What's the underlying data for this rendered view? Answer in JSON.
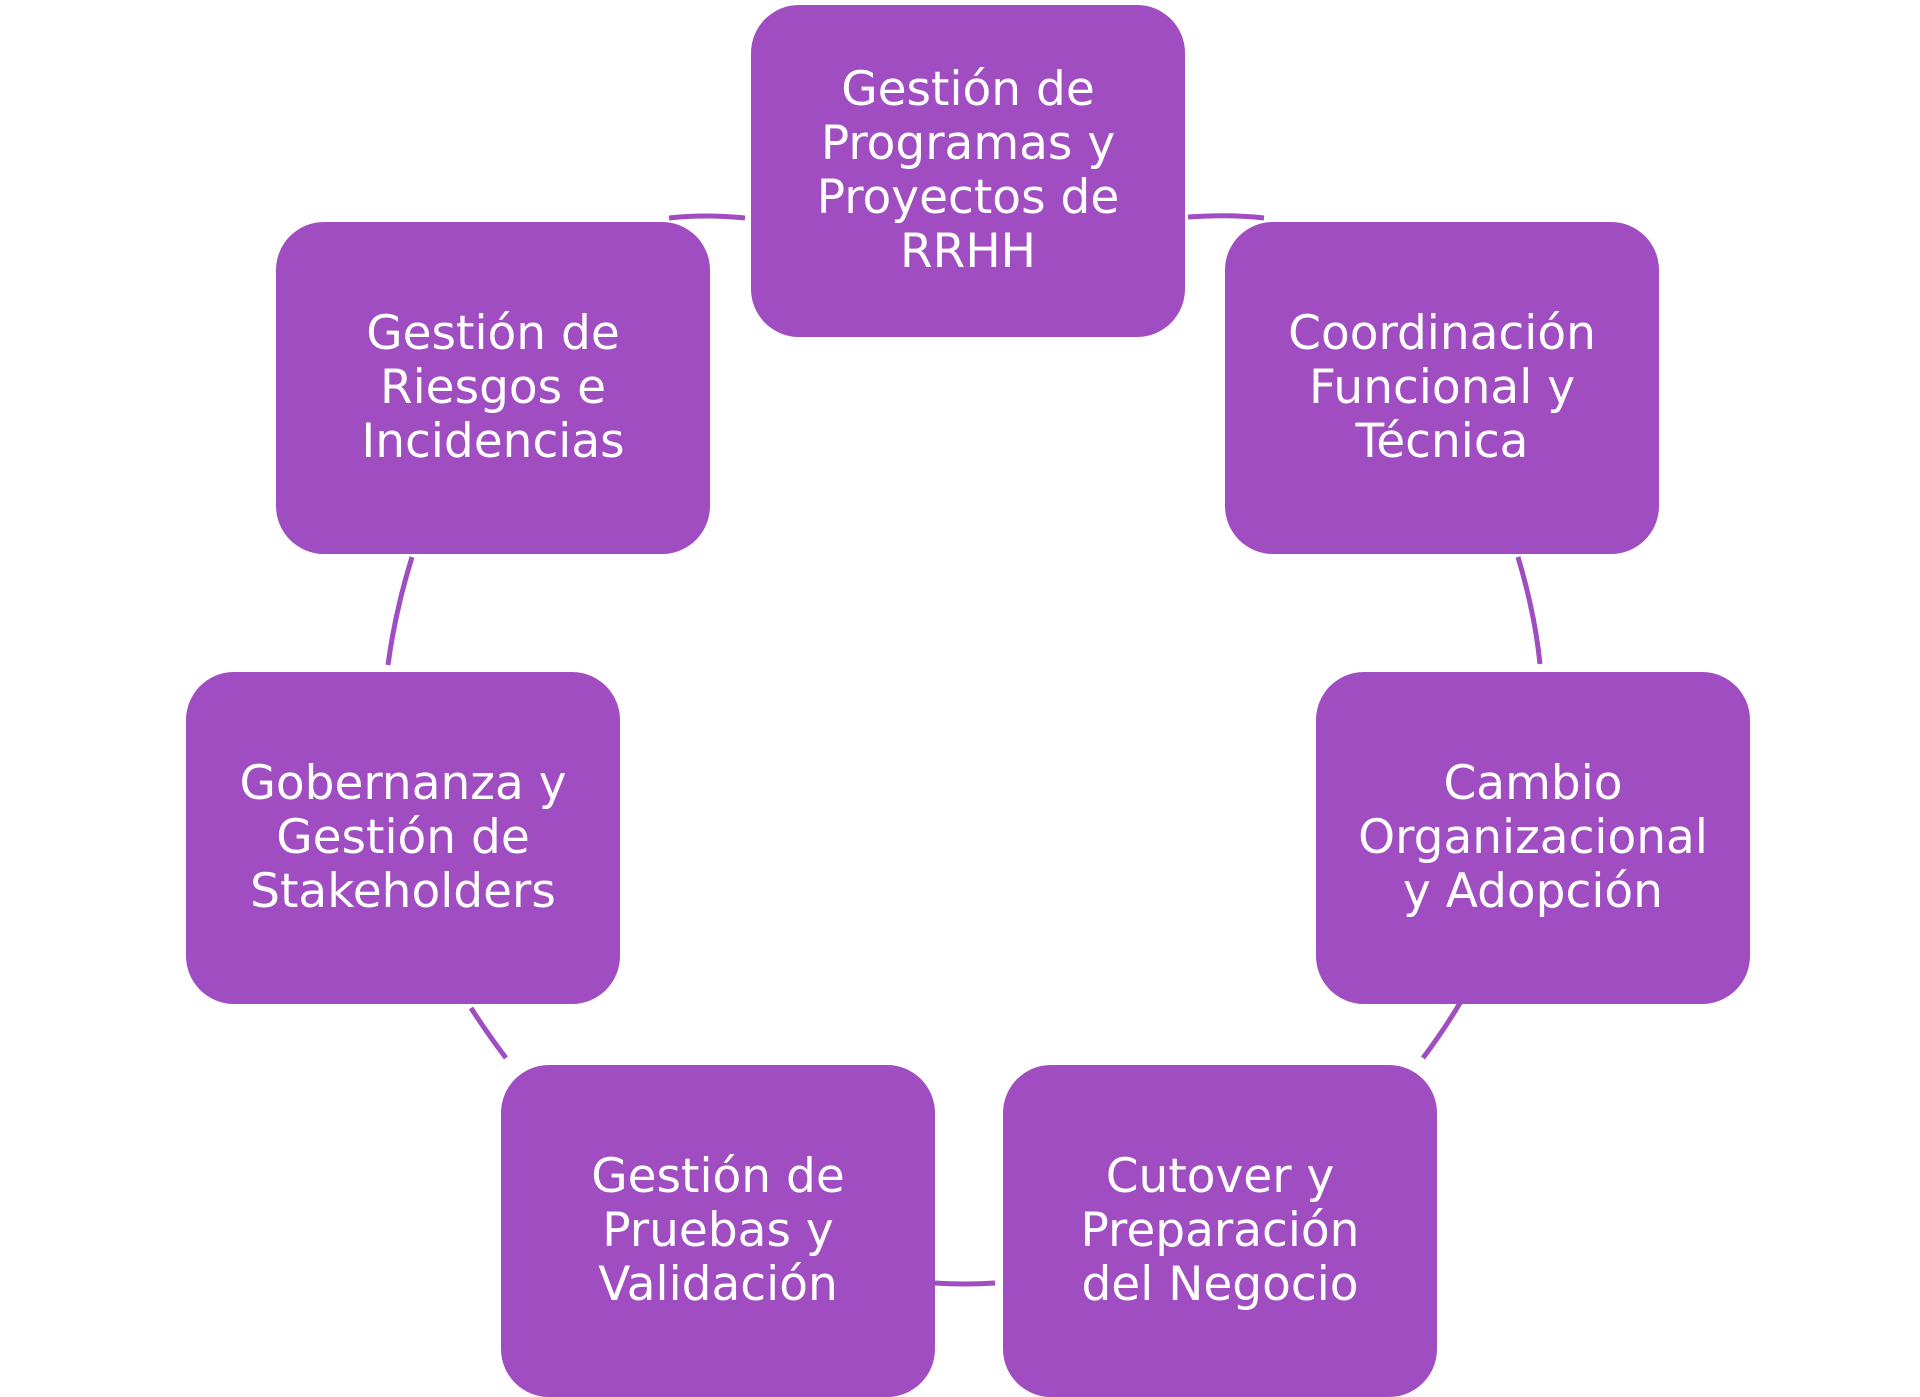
{
  "diagram": {
    "type": "cycle",
    "colors": {
      "node_fill": "#9f4dc0",
      "node_text": "#ffffff",
      "connector": "#9f4dc0"
    },
    "nodes": [
      {
        "id": "gestion-programas",
        "label": "Gestión de\nProgramas y\nProyectos de\nRRHH"
      },
      {
        "id": "coordinacion",
        "label": "Coordinación\nFuncional y\nTécnica"
      },
      {
        "id": "cambio-organizacional",
        "label": "Cambio\nOrganizacional\ny Adopción"
      },
      {
        "id": "cutover",
        "label": "Cutover y\nPreparación\ndel Negocio"
      },
      {
        "id": "gestion-pruebas",
        "label": "Gestión de\nPruebas y\nValidación"
      },
      {
        "id": "gobernanza",
        "label": "Gobernanza y\nGestión de\nStakeholders"
      },
      {
        "id": "gestion-riesgos",
        "label": "Gestión de\nRiesgos e\nIncidencias"
      }
    ]
  }
}
